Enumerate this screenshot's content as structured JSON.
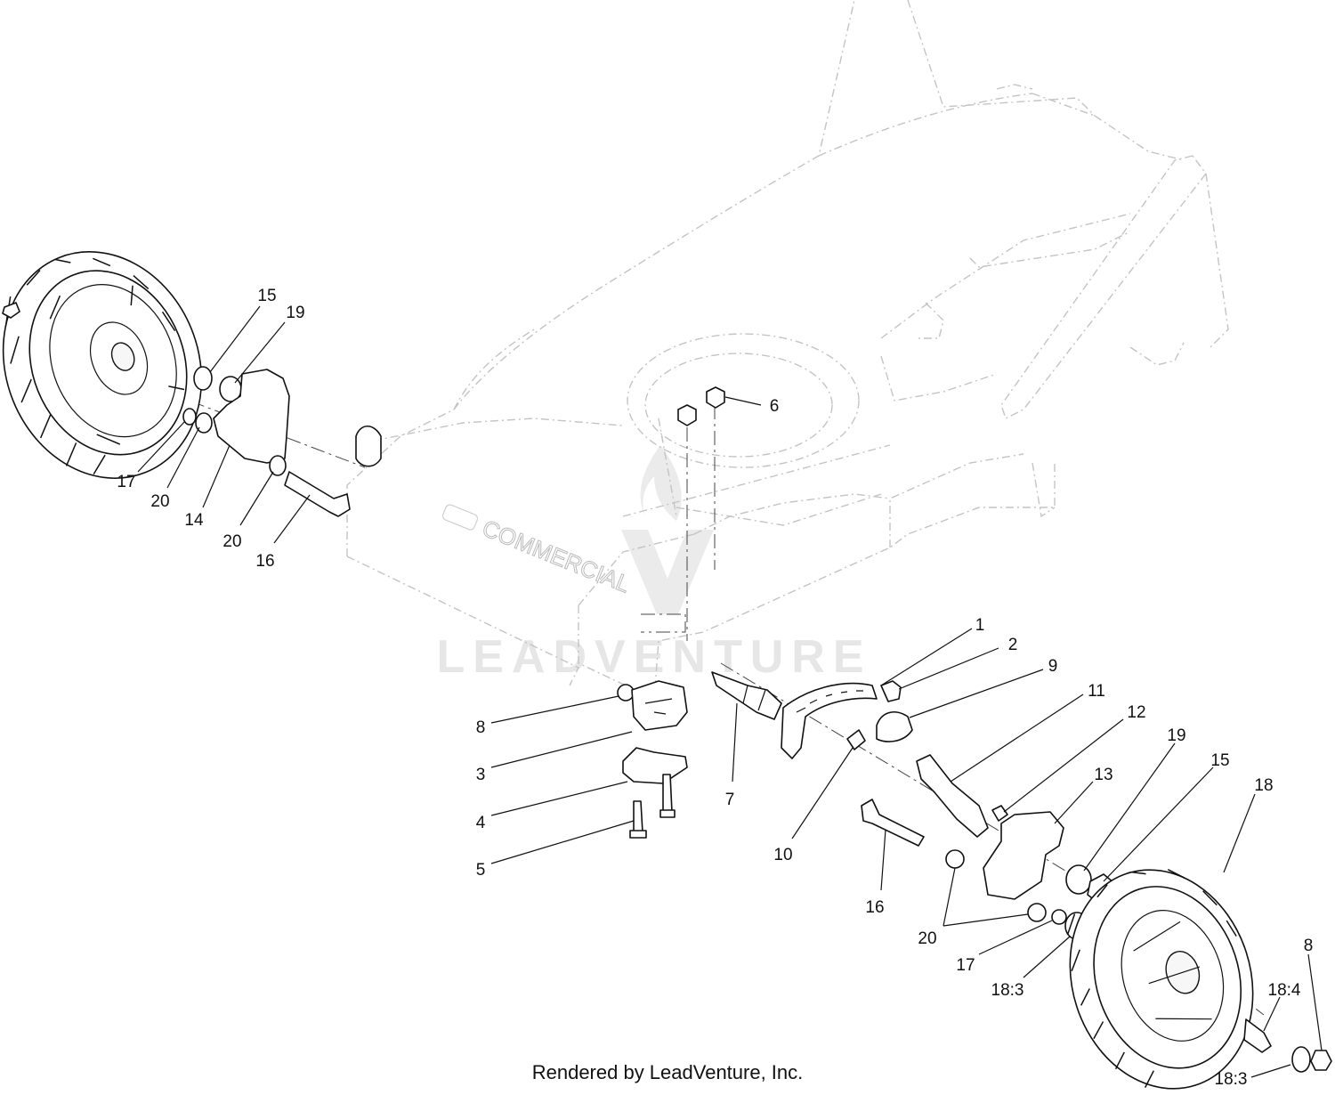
{
  "footer": {
    "credit": "Rendered by LeadVenture, Inc."
  },
  "watermark": {
    "text": "LEADVENTURE"
  },
  "deck": {
    "brand": "COMMERCIAL"
  },
  "callouts": [
    {
      "id": "c15a",
      "text": "15"
    },
    {
      "id": "c19a",
      "text": "19"
    },
    {
      "id": "c17a",
      "text": "17"
    },
    {
      "id": "c20a",
      "text": "20"
    },
    {
      "id": "c14",
      "text": "14"
    },
    {
      "id": "c20b",
      "text": "20"
    },
    {
      "id": "c16a",
      "text": "16"
    },
    {
      "id": "c6",
      "text": "6"
    },
    {
      "id": "c1",
      "text": "1"
    },
    {
      "id": "c2",
      "text": "2"
    },
    {
      "id": "c9",
      "text": "9"
    },
    {
      "id": "c11",
      "text": "11"
    },
    {
      "id": "c12",
      "text": "12"
    },
    {
      "id": "c19b",
      "text": "19"
    },
    {
      "id": "c15b",
      "text": "15"
    },
    {
      "id": "c13",
      "text": "13"
    },
    {
      "id": "c18",
      "text": "18"
    },
    {
      "id": "c8a",
      "text": "8"
    },
    {
      "id": "c3",
      "text": "3"
    },
    {
      "id": "c4",
      "text": "4"
    },
    {
      "id": "c5",
      "text": "5"
    },
    {
      "id": "c7",
      "text": "7"
    },
    {
      "id": "c10",
      "text": "10"
    },
    {
      "id": "c16b",
      "text": "16"
    },
    {
      "id": "c20c",
      "text": "20"
    },
    {
      "id": "c17b",
      "text": "17"
    },
    {
      "id": "c18_3a",
      "text": "18:3"
    },
    {
      "id": "c18_4",
      "text": "18:4"
    },
    {
      "id": "c8b",
      "text": "8"
    },
    {
      "id": "c18_3b",
      "text": "18:3"
    }
  ]
}
